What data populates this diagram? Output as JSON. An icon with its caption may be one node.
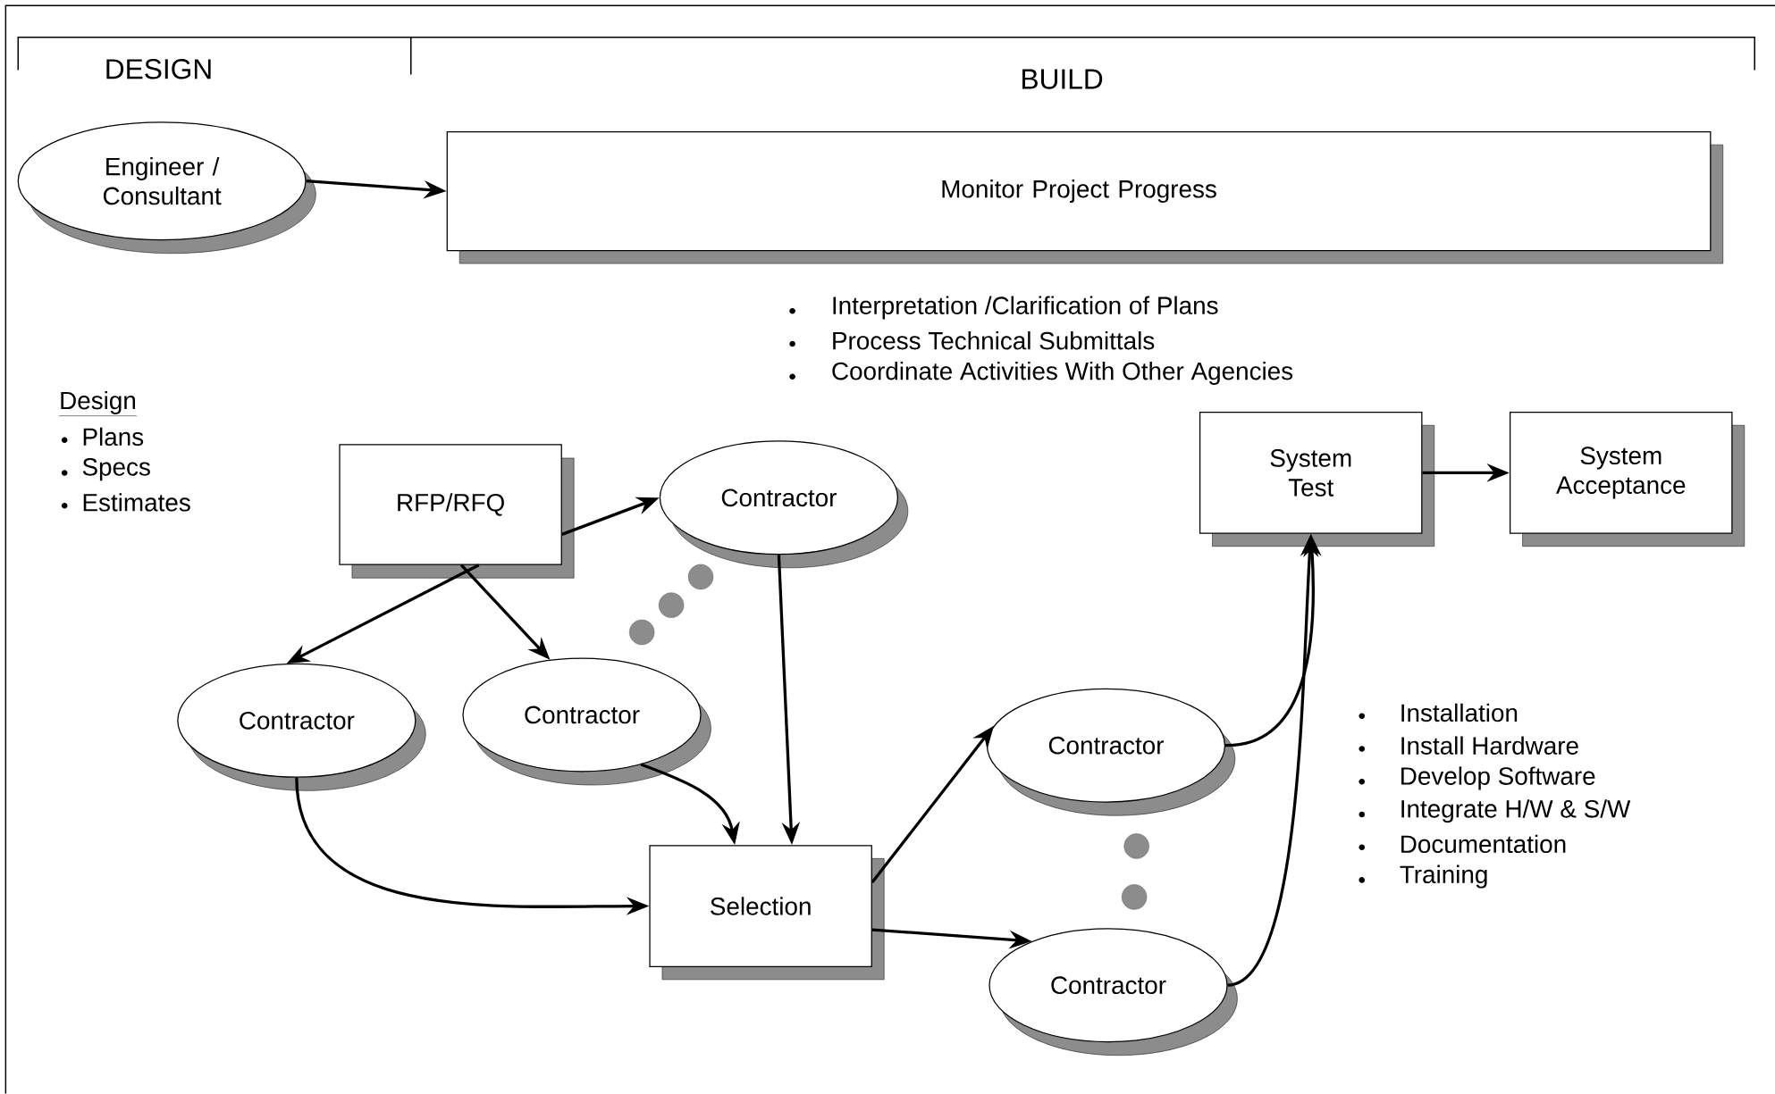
{
  "diagram": {
    "nodes": [
      {
        "text": [
          "Engineer / Consultant"
        ]
      },
      {
        "text": [
          "Monitor Project Progress"
        ]
      },
      {
        "text": [
          "RFP/RFQ"
        ]
      },
      {
        "text": [
          "Contractor"
        ]
      },
      {
        "text": [
          "Contractor"
        ]
      },
      {
        "text": [
          "Contractor"
        ]
      },
      {
        "text": [
          "Selection"
        ]
      },
      {
        "text": [
          "Contractor"
        ]
      },
      {
        "text": [
          "Contractor"
        ]
      },
      {
        "text": [
          "System Test"
        ]
      },
      {
        "text": [
          "System Acceptance"
        ]
      }
    ],
    "edges": [
      {
        "from": 0,
        "to": 1,
        "arrow": "to"
      },
      {
        "from": 2,
        "to": 3,
        "arrow": "to"
      },
      {
        "from": 2,
        "to": 4,
        "arrow": "to"
      },
      {
        "from": 2,
        "to": 5,
        "arrow": "to"
      },
      {
        "from": 4,
        "to": 6,
        "arrow": "to"
      },
      {
        "from": 5,
        "to": 6,
        "arrow": "to"
      },
      {
        "from": 3,
        "to": 6,
        "arrow": "to"
      },
      {
        "from": 6,
        "to": 7,
        "arrow": "to"
      },
      {
        "from": 6,
        "to": 8,
        "arrow": "to"
      },
      {
        "from": 7,
        "to": 9,
        "arrow": "to"
      },
      {
        "from": 8,
        "to": 9,
        "arrow": "to"
      },
      {
        "from": 9,
        "to": 10,
        "arrow": "to"
      }
    ],
    "labels": [
      "DESIGN",
      "BUILD",
      "Interpretation /Clarification of Plans",
      "Process Technical Submittals",
      "Coordinate Activities With Other Agencies",
      "Design",
      "Plans",
      "Specs",
      "Estimates",
      "Installation",
      "Install Hardware",
      "Develop Software",
      "Integrate H/W & S/W",
      "Documentation",
      "Training"
    ]
  }
}
